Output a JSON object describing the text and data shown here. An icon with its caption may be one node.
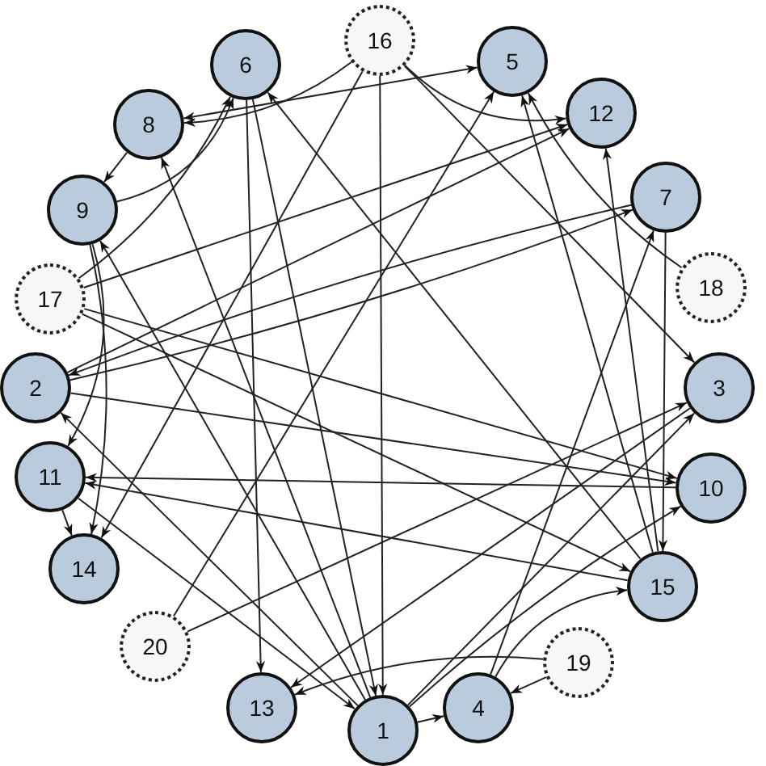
{
  "diagram": {
    "nodes": [
      {
        "text": [
          "16"
        ]
      },
      {
        "text": [
          "5"
        ]
      },
      {
        "text": [
          "12"
        ]
      },
      {
        "text": [
          "7"
        ]
      },
      {
        "text": [
          "18"
        ]
      },
      {
        "text": [
          "3"
        ]
      },
      {
        "text": [
          "10"
        ]
      },
      {
        "text": [
          "15"
        ]
      },
      {
        "text": [
          "19"
        ]
      },
      {
        "text": [
          "4"
        ]
      },
      {
        "text": [
          "1"
        ]
      },
      {
        "text": [
          "13"
        ]
      },
      {
        "text": [
          "20"
        ]
      },
      {
        "text": [
          "14"
        ]
      },
      {
        "text": [
          "11"
        ]
      },
      {
        "text": [
          "2"
        ]
      },
      {
        "text": [
          "17"
        ]
      },
      {
        "text": [
          "9"
        ]
      },
      {
        "text": [
          "8"
        ]
      },
      {
        "text": [
          "6"
        ]
      }
    ],
    "edges": [
      {
        "from": 0,
        "to": 18,
        "arrow": "to"
      },
      {
        "from": 1,
        "to": 18,
        "arrow": "both"
      },
      {
        "from": 0,
        "to": 2,
        "arrow": "to"
      },
      {
        "from": 0,
        "to": 5,
        "arrow": "to"
      },
      {
        "from": 0,
        "to": 10,
        "arrow": "to"
      },
      {
        "from": 0,
        "to": 13,
        "arrow": "to"
      },
      {
        "from": 19,
        "to": 11,
        "arrow": "to"
      },
      {
        "from": 19,
        "to": 10,
        "arrow": "to"
      },
      {
        "from": 7,
        "to": 19,
        "arrow": "to"
      },
      {
        "from": 16,
        "to": 19,
        "arrow": "to"
      },
      {
        "from": 17,
        "to": 19,
        "arrow": "to"
      },
      {
        "from": 18,
        "to": 17,
        "arrow": "to"
      },
      {
        "from": 10,
        "to": 18,
        "arrow": "to"
      },
      {
        "from": 10,
        "to": 17,
        "arrow": "to"
      },
      {
        "from": 17,
        "to": 14,
        "arrow": "to"
      },
      {
        "from": 17,
        "to": 13,
        "arrow": "to"
      },
      {
        "from": 16,
        "to": 2,
        "arrow": "to"
      },
      {
        "from": 15,
        "to": 2,
        "arrow": "to"
      },
      {
        "from": 15,
        "to": 3,
        "arrow": "to"
      },
      {
        "from": 3,
        "to": 15,
        "arrow": "to"
      },
      {
        "from": 12,
        "to": 1,
        "arrow": "to"
      },
      {
        "from": 12,
        "to": 5,
        "arrow": "to"
      },
      {
        "from": 8,
        "to": 11,
        "arrow": "to"
      },
      {
        "from": 10,
        "to": 9,
        "arrow": "to"
      },
      {
        "from": 10,
        "to": 6,
        "arrow": "to"
      },
      {
        "from": 9,
        "to": 3,
        "arrow": "to"
      },
      {
        "from": 3,
        "to": 7,
        "arrow": "to"
      },
      {
        "from": 7,
        "to": 2,
        "arrow": "to"
      },
      {
        "from": 7,
        "to": 1,
        "arrow": "to"
      },
      {
        "from": 4,
        "to": 1,
        "arrow": "to"
      },
      {
        "from": 15,
        "to": 6,
        "arrow": "to"
      },
      {
        "from": 16,
        "to": 6,
        "arrow": "to"
      },
      {
        "from": 16,
        "to": 7,
        "arrow": "to"
      },
      {
        "from": 6,
        "to": 14,
        "arrow": "to"
      },
      {
        "from": 7,
        "to": 14,
        "arrow": "to"
      },
      {
        "from": 14,
        "to": 10,
        "arrow": "to"
      },
      {
        "from": 10,
        "to": 15,
        "arrow": "to"
      },
      {
        "from": 8,
        "to": 9,
        "arrow": "to"
      },
      {
        "from": 9,
        "to": 7,
        "arrow": "to"
      },
      {
        "from": 14,
        "to": 13,
        "arrow": "to"
      },
      {
        "from": 5,
        "to": 11,
        "arrow": "to"
      },
      {
        "from": 10,
        "to": 5,
        "arrow": "to"
      }
    ]
  }
}
